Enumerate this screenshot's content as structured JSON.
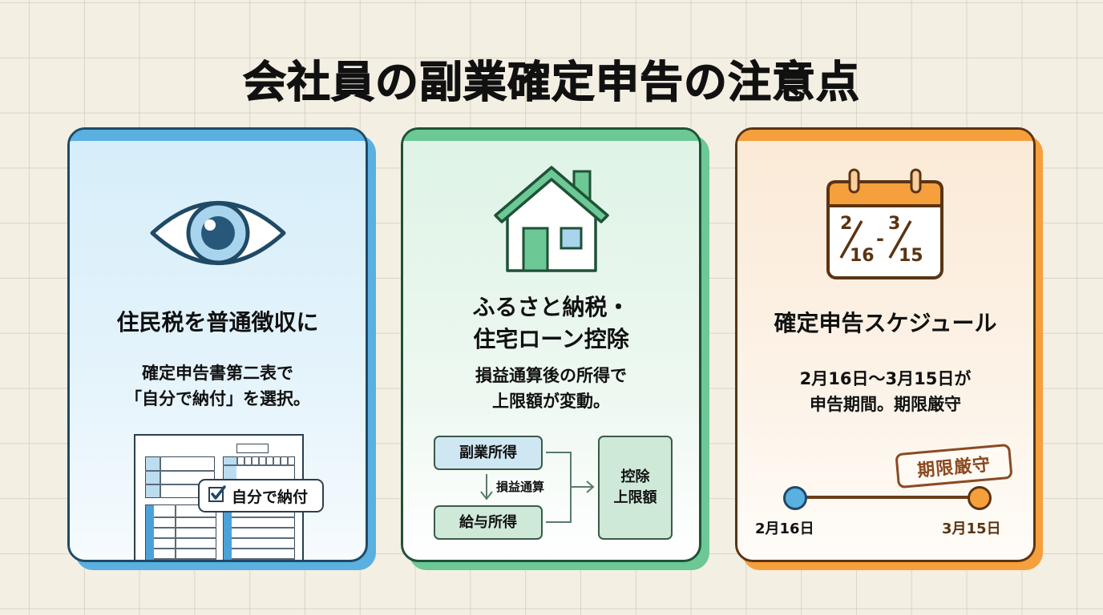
{
  "title": "会社員の副業確定申告の注意点",
  "colors": {
    "background": "#f4efe3",
    "card1_accent": "#5ab0e0",
    "card2_accent": "#6cc895",
    "card3_accent": "#f5a03c",
    "stamp": "#8a4a22"
  },
  "cards": [
    {
      "icon": "eye-icon",
      "heading": "住民税を普通徴収に",
      "desc_lines": [
        "確定申告書第二表で",
        "「自分で納付」を選択。"
      ],
      "illustration": {
        "type": "tax-form",
        "checkbox_label": "自分で納付",
        "checked": true
      }
    },
    {
      "icon": "house-icon",
      "heading_lines": [
        "ふるさと納税・",
        "住宅ローン控除"
      ],
      "desc_lines": [
        "損益通算後の所得で",
        "上限額が変動。"
      ],
      "flow": {
        "box_top": "副業所得",
        "box_bottom": "給与所得",
        "between_label": "損益通算",
        "result_lines": [
          "控除",
          "上限額"
        ]
      }
    },
    {
      "icon": "calendar-icon",
      "calendar_text": {
        "start_num": "2",
        "start_den": "16",
        "sep": "-",
        "end_num": "3",
        "end_den": "15"
      },
      "heading": "確定申告スケジュール",
      "desc_lines": [
        "2月16日～3月15日が",
        "申告期間。期限厳守"
      ],
      "stamp": "期限厳守",
      "timeline": {
        "start": "2月16日",
        "end": "3月15日"
      }
    }
  ]
}
